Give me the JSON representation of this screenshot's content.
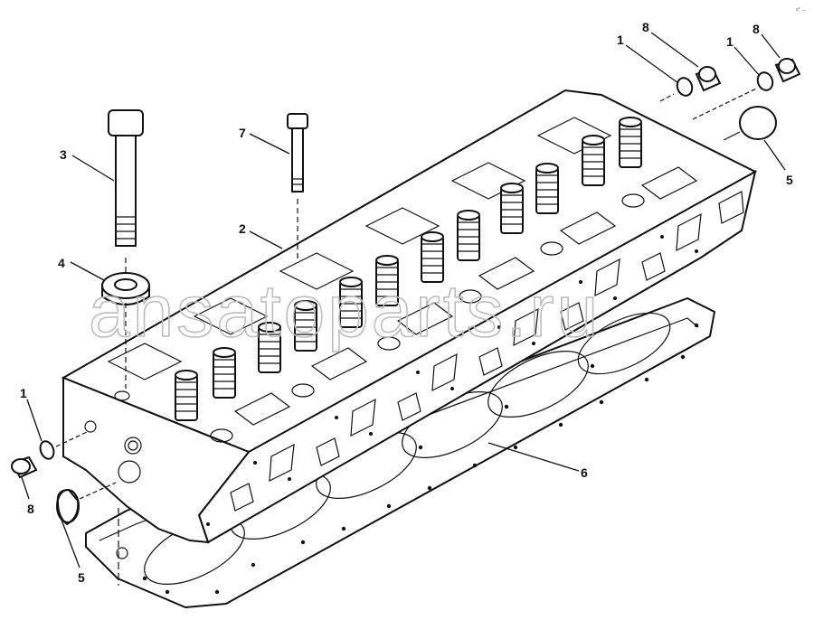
{
  "watermark": "ansatoparts.ru",
  "corner_code": "s* ....",
  "callouts": {
    "c1_top_left": "1",
    "c8_top_left": "8",
    "c1_top_right": "1",
    "c8_top_right": "8",
    "c5_right": "5",
    "c3": "3",
    "c7": "7",
    "c2": "2",
    "c4": "4",
    "c1_left": "1",
    "c8_left": "8",
    "c5_left": "5",
    "c6": "6"
  }
}
